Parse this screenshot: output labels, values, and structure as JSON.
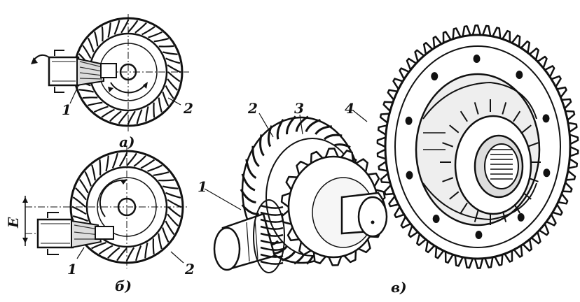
{
  "figure": {
    "labels": {
      "a_pinion": "1",
      "a_gear": "2",
      "a_caption": "а)",
      "b_offset": "E",
      "b_pinion": "1",
      "b_gear": "2",
      "b_caption": "б)",
      "c_pinion": "1",
      "c_ring": "2",
      "c_spur": "3",
      "c_big_gear": "4",
      "c_caption": "в)"
    }
  }
}
